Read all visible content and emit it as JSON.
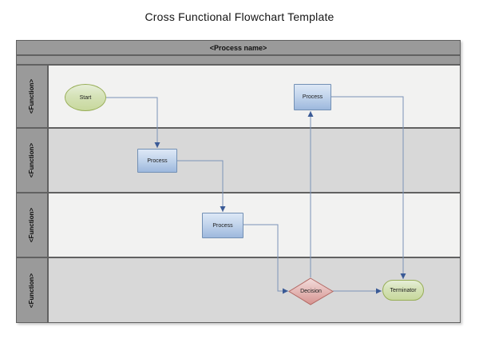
{
  "title": "Cross Functional Flowchart Template",
  "swimlane": {
    "process_name": "<Process name>",
    "lanes": [
      {
        "label": "<Function>"
      },
      {
        "label": "<Function>"
      },
      {
        "label": "<Function>"
      },
      {
        "label": "<Function>"
      }
    ]
  },
  "nodes": {
    "start": "Start",
    "process1": "Process",
    "process2": "Process",
    "process3": "Process",
    "decision": "Decision",
    "terminator": "Terminator"
  },
  "colors": {
    "header_gray": "#9a9a9a",
    "border_gray": "#616161",
    "lane_light": "#f2f2f1",
    "lane_dark": "#d8d8d8",
    "process_fill_top": "#dde8f6",
    "process_fill_bottom": "#9db8dd",
    "process_border": "#7390b4",
    "green_fill_top": "#e6eed8",
    "green_fill_bottom": "#c8d89d",
    "green_border": "#98ae58",
    "decision_fill_top": "#f2dddc",
    "decision_fill_bottom": "#d69390",
    "decision_border": "#b26863",
    "connector_line": "#7b93b8",
    "connector_arrow": "#3a5a96"
  }
}
